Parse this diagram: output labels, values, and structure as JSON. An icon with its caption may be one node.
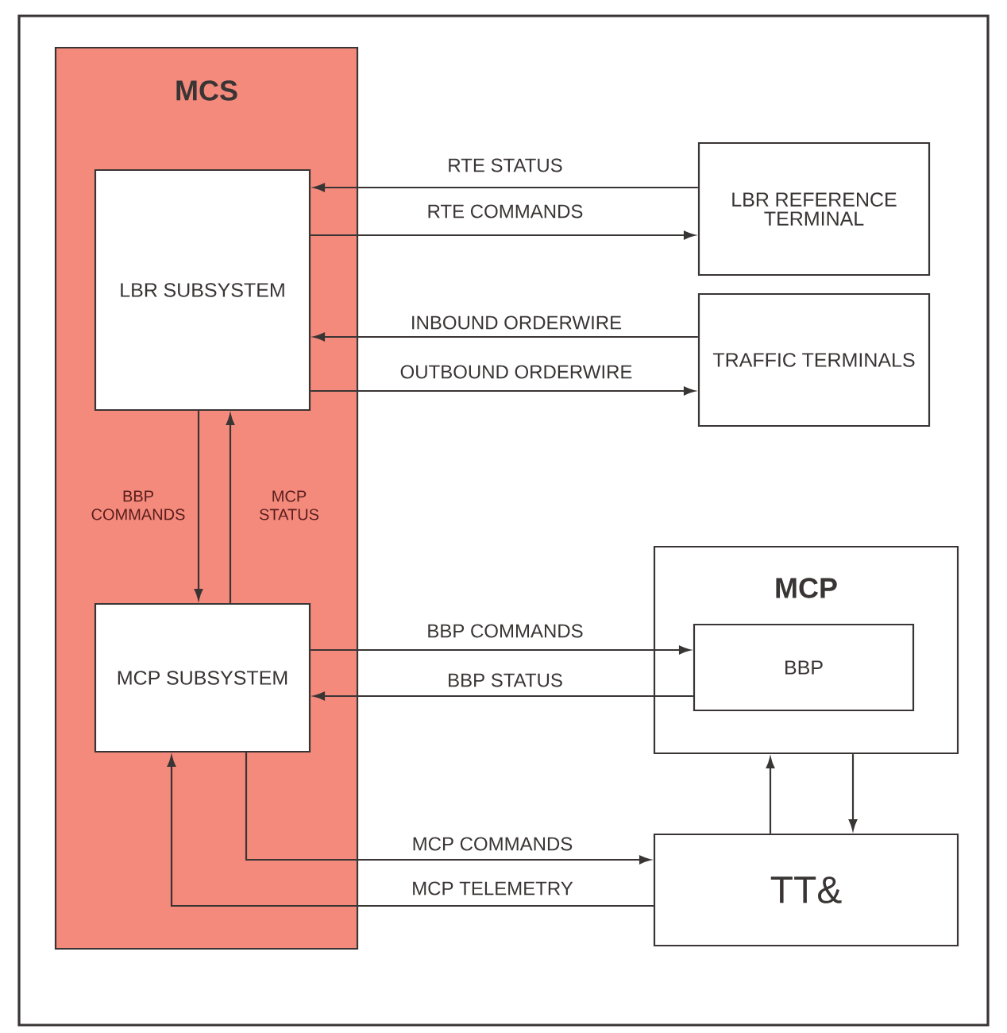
{
  "diagram": {
    "nodes": [
      {
        "text": [
          "MCS"
        ]
      },
      {
        "text": [
          "LBR SUBSYSTEM"
        ],
        "in": 0
      },
      {
        "text": [
          "MCP SUBSYSTEM"
        ],
        "in": 0
      },
      {
        "text": [
          "LBR REFERENCE TERMINAL"
        ]
      },
      {
        "text": [
          "TRAFFIC TERMINALS"
        ]
      },
      {
        "text": [
          "MCP"
        ]
      },
      {
        "text": [
          "BBP"
        ],
        "in": 5
      },
      {
        "text": [
          "TT&"
        ]
      }
    ],
    "edges": [
      {
        "from": 3,
        "to": 1,
        "arrow": "to",
        "label": "RTE STATUS"
      },
      {
        "from": 1,
        "to": 3,
        "arrow": "to",
        "label": "RTE COMMANDS"
      },
      {
        "from": 4,
        "to": 1,
        "arrow": "to",
        "label": "INBOUND ORDERWIRE"
      },
      {
        "from": 1,
        "to": 4,
        "arrow": "to",
        "label": "OUTBOUND ORDERWIRE"
      },
      {
        "from": 1,
        "to": 2,
        "arrow": "to",
        "label": "BBP COMMANDS"
      },
      {
        "from": 2,
        "to": 1,
        "arrow": "to",
        "label": "MCP STATUS"
      },
      {
        "from": 2,
        "to": 6,
        "arrow": "to",
        "label": "BBP COMMANDS"
      },
      {
        "from": 6,
        "to": 2,
        "arrow": "to",
        "label": "BBP STATUS"
      },
      {
        "from": 2,
        "to": 7,
        "arrow": "to",
        "label": "MCP COMMANDS"
      },
      {
        "from": 7,
        "to": 2,
        "arrow": "to",
        "label": "MCP TELEMETRY"
      },
      {
        "from": 7,
        "to": 5,
        "arrow": "to"
      },
      {
        "from": 5,
        "to": 7,
        "arrow": "to"
      }
    ]
  }
}
